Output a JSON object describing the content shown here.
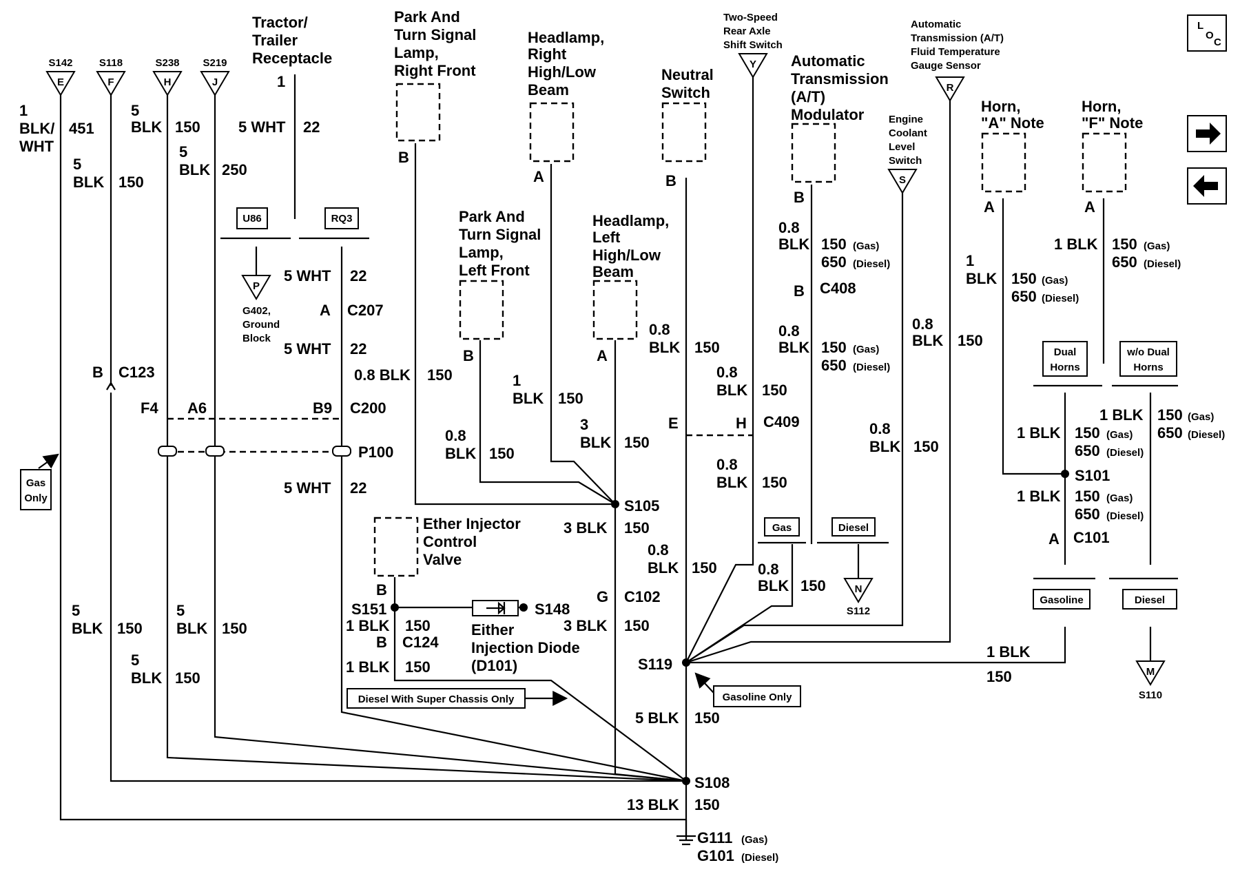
{
  "splices": {
    "s142": "S142",
    "s118": "S118",
    "s238": "S238",
    "s219": "S219",
    "s105": "S105",
    "s151": "S151",
    "s148": "S148",
    "s119": "S119",
    "s108": "S108",
    "s101": "S101",
    "s112": "S112",
    "s110": "S110"
  },
  "letters": {
    "e": "E",
    "f": "F",
    "h": "H",
    "j": "J",
    "y": "Y",
    "r": "R",
    "s": "S",
    "p": "P",
    "n": "N",
    "m": "M"
  },
  "components": {
    "tractor": [
      "Tractor/",
      "Trailer",
      "Receptacle"
    ],
    "park_right": [
      "Park And",
      "Turn Signal",
      "Lamp,",
      "Right Front"
    ],
    "headlamp_right": [
      "Headlamp,",
      "Right",
      "High/Low",
      "Beam"
    ],
    "neutral": [
      "Neutral",
      "Switch"
    ],
    "two_speed": [
      "Two-Speed",
      "Rear Axle",
      "Shift Switch"
    ],
    "modulator": [
      "Automatic",
      "Transmission",
      "(A/T)",
      "Modulator"
    ],
    "atf_sensor": [
      "Automatic",
      "Transmission (A/T)",
      "Fluid Temperature",
      "Gauge Sensor"
    ],
    "coolant": [
      "Engine",
      "Coolant",
      "Level",
      "Switch"
    ],
    "horn_a": [
      "Horn,",
      "\"A\" Note"
    ],
    "horn_f": [
      "Horn,",
      "\"F\" Note"
    ],
    "park_left": [
      "Park And",
      "Turn Signal",
      "Lamp,",
      "Left Front"
    ],
    "headlamp_left": [
      "Headlamp,",
      "Left",
      "High/Low",
      "Beam"
    ],
    "ether_valve": [
      "Ether Injector",
      "Control",
      "Valve"
    ],
    "diode": [
      "Either",
      "Injection Diode",
      "(D101)"
    ],
    "g402": [
      "G402,",
      "Ground",
      "Block"
    ]
  },
  "nav": {
    "loc_l": "L",
    "loc_o": "O",
    "loc_c": "C",
    "next": "→",
    "prev": "←"
  },
  "tags": {
    "u86": "U86",
    "rq3": "RQ3",
    "gas_only": [
      "Gas",
      "Only"
    ],
    "dual_horns": [
      "Dual",
      "Horns"
    ],
    "wo_dual_horns": [
      "w/o Dual",
      "Horns"
    ],
    "gas": "Gas",
    "diesel": "Diesel",
    "gasoline": "Gasoline",
    "diesel_super": "Diesel With Super Chassis  Only",
    "gasoline_only": "Gasoline Only"
  },
  "connectors": {
    "c123": "C123",
    "c207": "C207",
    "c200": "C200",
    "p100": "P100",
    "c408": "C408",
    "c409": "C409",
    "c102": "C102",
    "c124": "C124",
    "c101": "C101"
  },
  "pins": {
    "b": "B",
    "a": "A",
    "f4": "F4",
    "a6": "A6",
    "b9": "B9",
    "e": "E",
    "h": "H",
    "g": "G"
  },
  "wires": {
    "one": "1",
    "blk_wht1": "BLK/",
    "blk_wht2": "WHT",
    "c451": "451",
    "five": "5",
    "blk": "BLK",
    "c150": "150",
    "c250": "250",
    "five_wht": "5 WHT",
    "c22": "22",
    "c08": "0.8",
    "c08_blk": "0.8 BLK",
    "three": "3",
    "three_blk": "3 BLK",
    "one_blk": "1 BLK",
    "five_blk": "5 BLK",
    "thirteen_blk": "13 BLK",
    "c650": "650",
    "gas_note": "(Gas)",
    "diesel_note": "(Diesel)"
  },
  "ground": {
    "g111": "G111",
    "g101": "G101",
    "gas_note": "(Gas)",
    "diesel_note": "(Diesel)"
  }
}
